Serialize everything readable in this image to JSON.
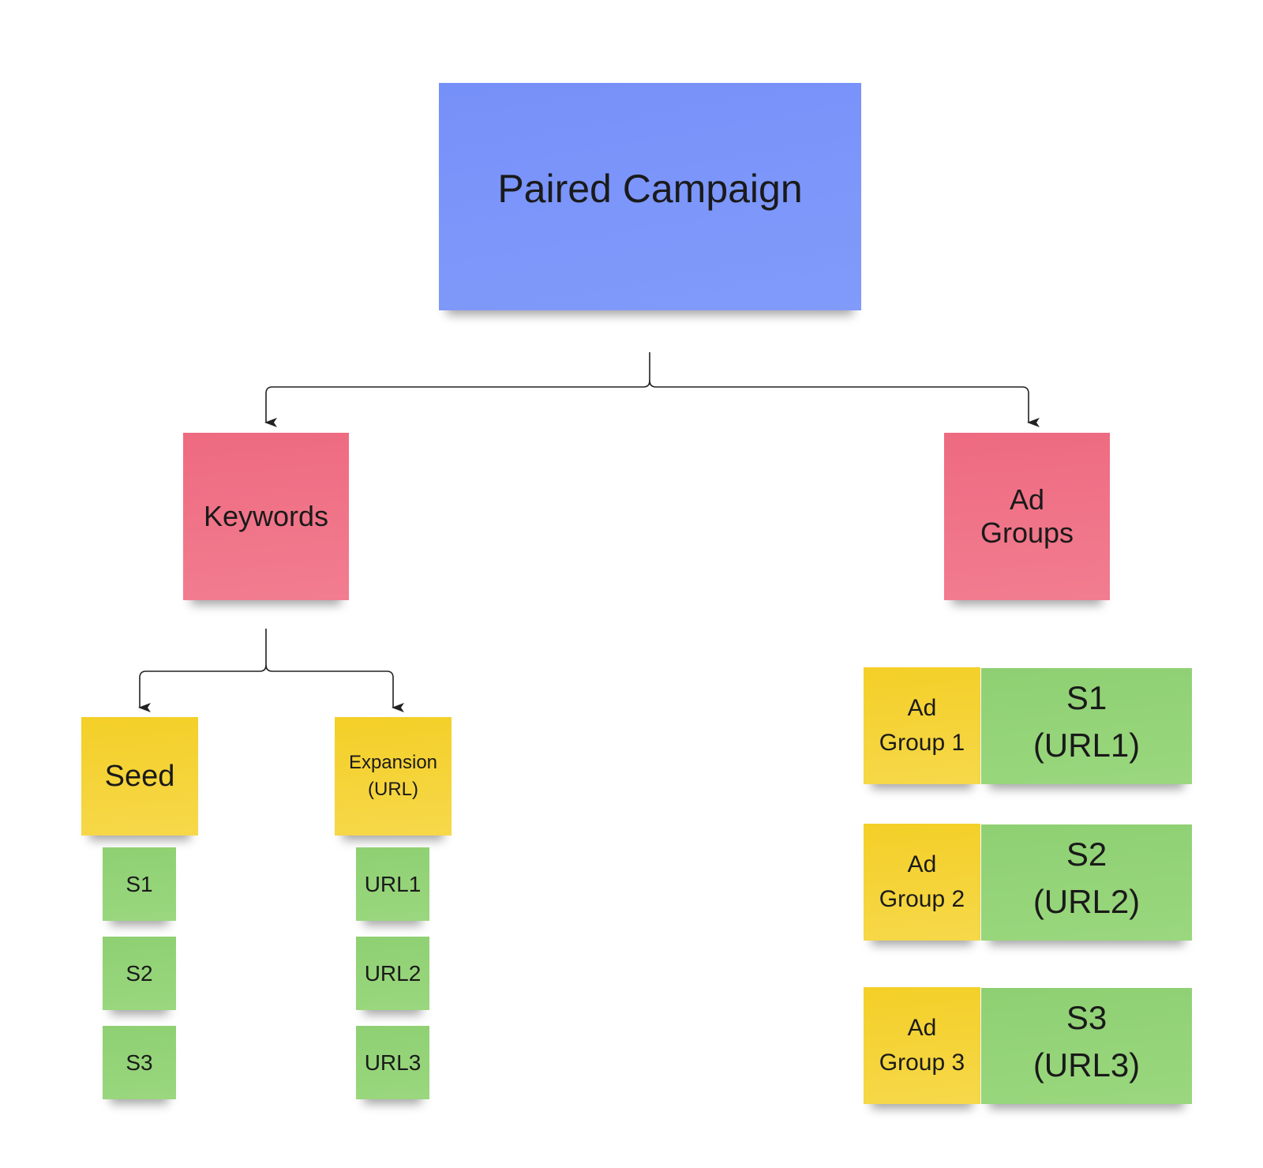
{
  "diagram": {
    "root": {
      "label": "Paired Campaign",
      "color": "#7b94fa"
    },
    "level1": [
      {
        "id": "keywords",
        "lines": [
          "Keywords"
        ],
        "color": "#ef6f84"
      },
      {
        "id": "adgroups",
        "lines": [
          "Ad",
          "Groups"
        ],
        "color": "#ef6f84"
      }
    ],
    "keywords_children": [
      {
        "id": "seed",
        "lines": [
          "Seed"
        ],
        "color": "#f4d131"
      },
      {
        "id": "expansion",
        "lines": [
          "Expansion",
          "(URL)"
        ],
        "color": "#f4d131"
      }
    ],
    "seed_items": [
      "S1",
      "S2",
      "S3"
    ],
    "expansion_items": [
      "URL1",
      "URL2",
      "URL3"
    ],
    "ad_group_rows": [
      {
        "group": [
          "Ad",
          "Group 1"
        ],
        "target": [
          "S1",
          "(URL1)"
        ]
      },
      {
        "group": [
          "Ad",
          "Group 2"
        ],
        "target": [
          "S2",
          "(URL2)"
        ]
      },
      {
        "group": [
          "Ad",
          "Group 3"
        ],
        "target": [
          "S3",
          "(URL3)"
        ]
      }
    ],
    "colors": {
      "yellow": "#f4d131",
      "green": "#93d278",
      "connector": "#222222"
    }
  }
}
